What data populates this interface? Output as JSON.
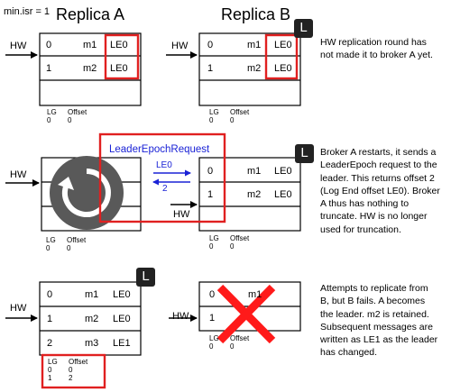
{
  "header": {
    "minisr": "min.isr = 1",
    "replica_a": "Replica A",
    "replica_b": "Replica B"
  },
  "labels": {
    "hw": "HW",
    "lg": "LG",
    "offset": "Offset"
  },
  "step1": {
    "a_rows": [
      {
        "offset": "0",
        "msg": "m1",
        "epoch": "LE0"
      },
      {
        "offset": "1",
        "msg": "m2",
        "epoch": "LE0"
      }
    ],
    "b_rows": [
      {
        "offset": "0",
        "msg": "m1",
        "epoch": "LE0"
      },
      {
        "offset": "1",
        "msg": "m2",
        "epoch": "LE0"
      }
    ],
    "a_lg": {
      "lg": "0",
      "offset": "0"
    },
    "b_lg": {
      "lg": "0",
      "offset": "0"
    },
    "description": [
      "HW replication round has",
      "not made it to broker A yet."
    ]
  },
  "step2": {
    "request_label": "LeaderEpochRequest",
    "request_value": "LE0",
    "response_value": "2",
    "b_rows": [
      {
        "offset": "0",
        "msg": "m1",
        "epoch": "LE0"
      },
      {
        "offset": "1",
        "msg": "m2",
        "epoch": "LE0"
      }
    ],
    "a_lg": {
      "lg": "0",
      "offset": "0"
    },
    "b_lg": {
      "lg": "0",
      "offset": "0"
    },
    "description": [
      "Broker A restarts, it sends a",
      "LeaderEpoch request to the",
      "leader. This returns offset 2",
      "(Log End offset LE0). Broker",
      "A thus has nothing to",
      "truncate.  HW is no longer",
      "used for truncation."
    ]
  },
  "step3": {
    "a_rows": [
      {
        "offset": "0",
        "msg": "m1",
        "epoch": "LE0"
      },
      {
        "offset": "1",
        "msg": "m2",
        "epoch": "LE0"
      },
      {
        "offset": "2",
        "msg": "m3",
        "epoch": "LE1"
      }
    ],
    "b_rows": [
      {
        "offset": "0",
        "msg": "m1"
      },
      {
        "offset": "1",
        "msg": ""
      }
    ],
    "a_lg": [
      {
        "lg": "0",
        "offset": "0"
      },
      {
        "lg": "1",
        "offset": "2"
      }
    ],
    "b_lg": {
      "lg": "0",
      "offset": "0"
    },
    "description": [
      "Attempts to replicate from",
      "B, but B fails. A becomes",
      "the leader. m2 is retained.",
      "Subsequent messages are",
      "written as LE1 as the leader",
      "has changed."
    ]
  },
  "leader_badge": "L",
  "colors": {
    "highlight": "#e02020",
    "request": "#1a22d6",
    "restart": "#595959",
    "fail": "#ff1a1a",
    "badge": "#222222"
  }
}
